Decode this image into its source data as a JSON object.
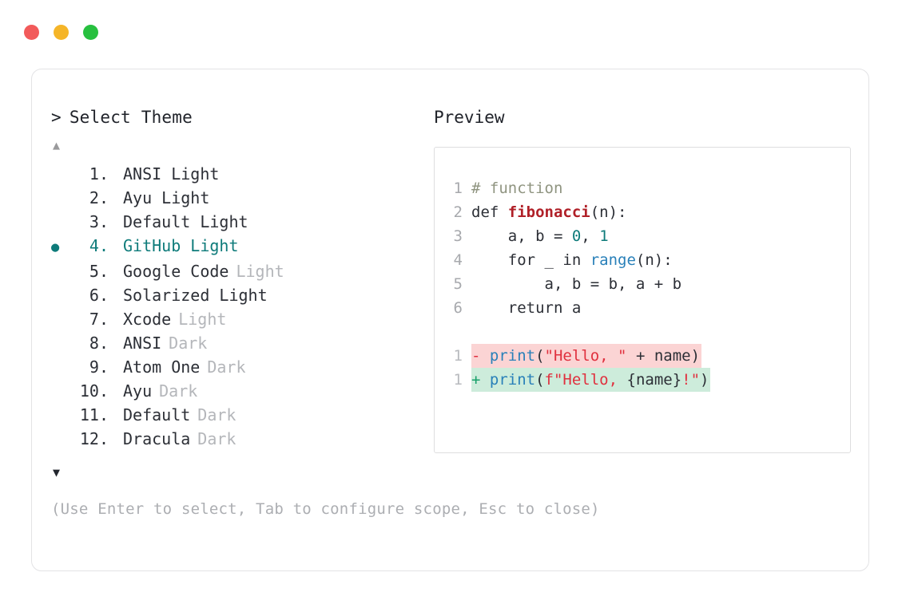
{
  "window": {
    "controls": [
      {
        "name": "close",
        "color": "#f25a5a"
      },
      {
        "name": "minimize",
        "color": "#f5b528"
      },
      {
        "name": "maximize",
        "color": "#27c03f"
      }
    ]
  },
  "selector": {
    "caret": ">",
    "title": "Select Theme",
    "scroll_up": "▲",
    "scroll_down": "▼",
    "selected_index": 4,
    "bullet": "●",
    "items": [
      {
        "index": "1.",
        "name": "ANSI Light",
        "variant": "",
        "selected": false
      },
      {
        "index": "2.",
        "name": "Ayu Light",
        "variant": "",
        "selected": false
      },
      {
        "index": "3.",
        "name": "Default Light",
        "variant": "",
        "selected": false
      },
      {
        "index": "4.",
        "name": "GitHub Light",
        "variant": "",
        "selected": true
      },
      {
        "index": "5.",
        "name": "Google Code",
        "variant": "Light",
        "selected": false
      },
      {
        "index": "6.",
        "name": "Solarized Light",
        "variant": "",
        "selected": false
      },
      {
        "index": "7.",
        "name": "Xcode",
        "variant": "Light",
        "selected": false
      },
      {
        "index": "8.",
        "name": "ANSI",
        "variant": "Dark",
        "selected": false
      },
      {
        "index": "9.",
        "name": "Atom One",
        "variant": "Dark",
        "selected": false
      },
      {
        "index": "10.",
        "name": "Ayu",
        "variant": "Dark",
        "selected": false
      },
      {
        "index": "11.",
        "name": "Default",
        "variant": "Dark",
        "selected": false
      },
      {
        "index": "12.",
        "name": "Dracula",
        "variant": "Dark",
        "selected": false
      }
    ],
    "hint": "(Use Enter to select, Tab to configure scope, Esc to close)"
  },
  "preview": {
    "label": "Preview",
    "code_lines": [
      {
        "number": "1",
        "tokens": [
          {
            "t": "# function",
            "c": "comment"
          }
        ]
      },
      {
        "number": "2",
        "tokens": [
          {
            "t": "def ",
            "c": "kw"
          },
          {
            "t": "fibonacci",
            "c": "fn"
          },
          {
            "t": "(n):",
            "c": "plain"
          }
        ]
      },
      {
        "number": "3",
        "tokens": [
          {
            "t": "    a, b = ",
            "c": "plain"
          },
          {
            "t": "0",
            "c": "num"
          },
          {
            "t": ", ",
            "c": "plain"
          },
          {
            "t": "1",
            "c": "num"
          }
        ]
      },
      {
        "number": "4",
        "tokens": [
          {
            "t": "    for _ in ",
            "c": "plain"
          },
          {
            "t": "range",
            "c": "builtin"
          },
          {
            "t": "(n):",
            "c": "plain"
          }
        ]
      },
      {
        "number": "5",
        "tokens": [
          {
            "t": "        a, b = b, a + b",
            "c": "plain"
          }
        ]
      },
      {
        "number": "6",
        "tokens": [
          {
            "t": "    return a",
            "c": "plain"
          }
        ]
      }
    ],
    "diff_lines": [
      {
        "number": "1",
        "kind": "del",
        "tokens": [
          {
            "t": "- ",
            "c": "minus"
          },
          {
            "t": "print",
            "c": "builtin"
          },
          {
            "t": "(",
            "c": "plain"
          },
          {
            "t": "\"Hello, \"",
            "c": "str"
          },
          {
            "t": " + name)",
            "c": "plain"
          }
        ]
      },
      {
        "number": "1",
        "kind": "add",
        "tokens": [
          {
            "t": "+ ",
            "c": "plus"
          },
          {
            "t": "print",
            "c": "builtin"
          },
          {
            "t": "(",
            "c": "plain"
          },
          {
            "t": "f\"Hello, ",
            "c": "str"
          },
          {
            "t": "{name}",
            "c": "plain"
          },
          {
            "t": "!\"",
            "c": "str"
          },
          {
            "t": ")",
            "c": "plain"
          }
        ]
      }
    ]
  },
  "colors": {
    "accent_teal": "#0e7b7a",
    "diff_removed_bg": "#fbd4d4",
    "diff_added_bg": "#cdecdb",
    "muted_text": "#b4b6ba",
    "card_border": "#e3e3e5"
  }
}
